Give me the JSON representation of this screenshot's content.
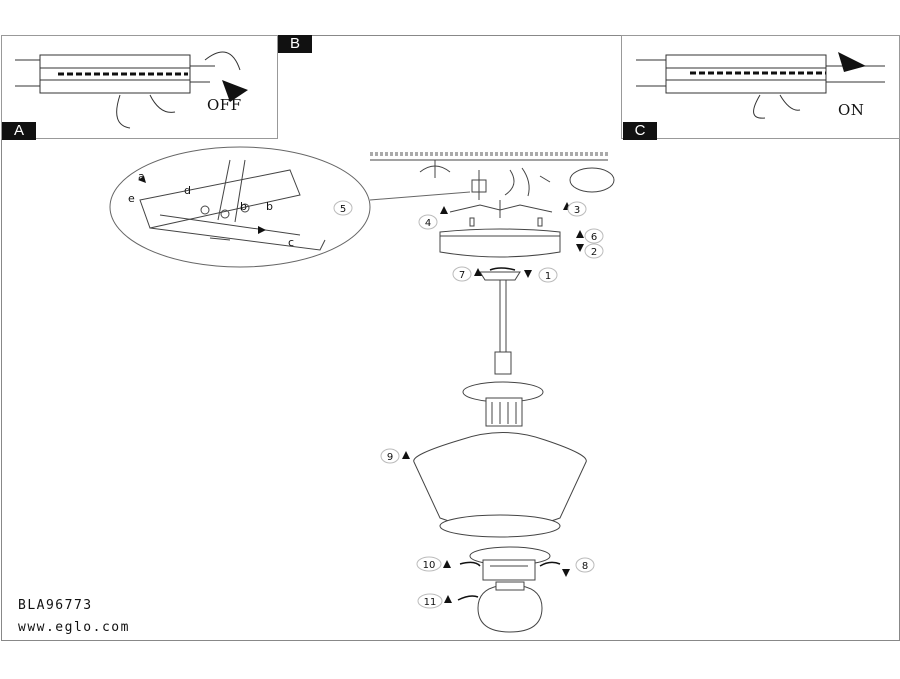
{
  "panels": {
    "a_label": "A",
    "b_label": "B",
    "c_label": "C"
  },
  "switch": {
    "off_label": "OFF",
    "on_label": "ON"
  },
  "detail_letters": [
    "a",
    "b",
    "c",
    "d",
    "e",
    "b"
  ],
  "callouts": [
    "1",
    "2",
    "3",
    "4",
    "5",
    "6",
    "7",
    "8",
    "9",
    "10",
    "11"
  ],
  "footer": {
    "model": "BLA96773",
    "website": "www.eglo.com"
  },
  "colors": {
    "line": "#333333",
    "label_bg": "#111111"
  }
}
